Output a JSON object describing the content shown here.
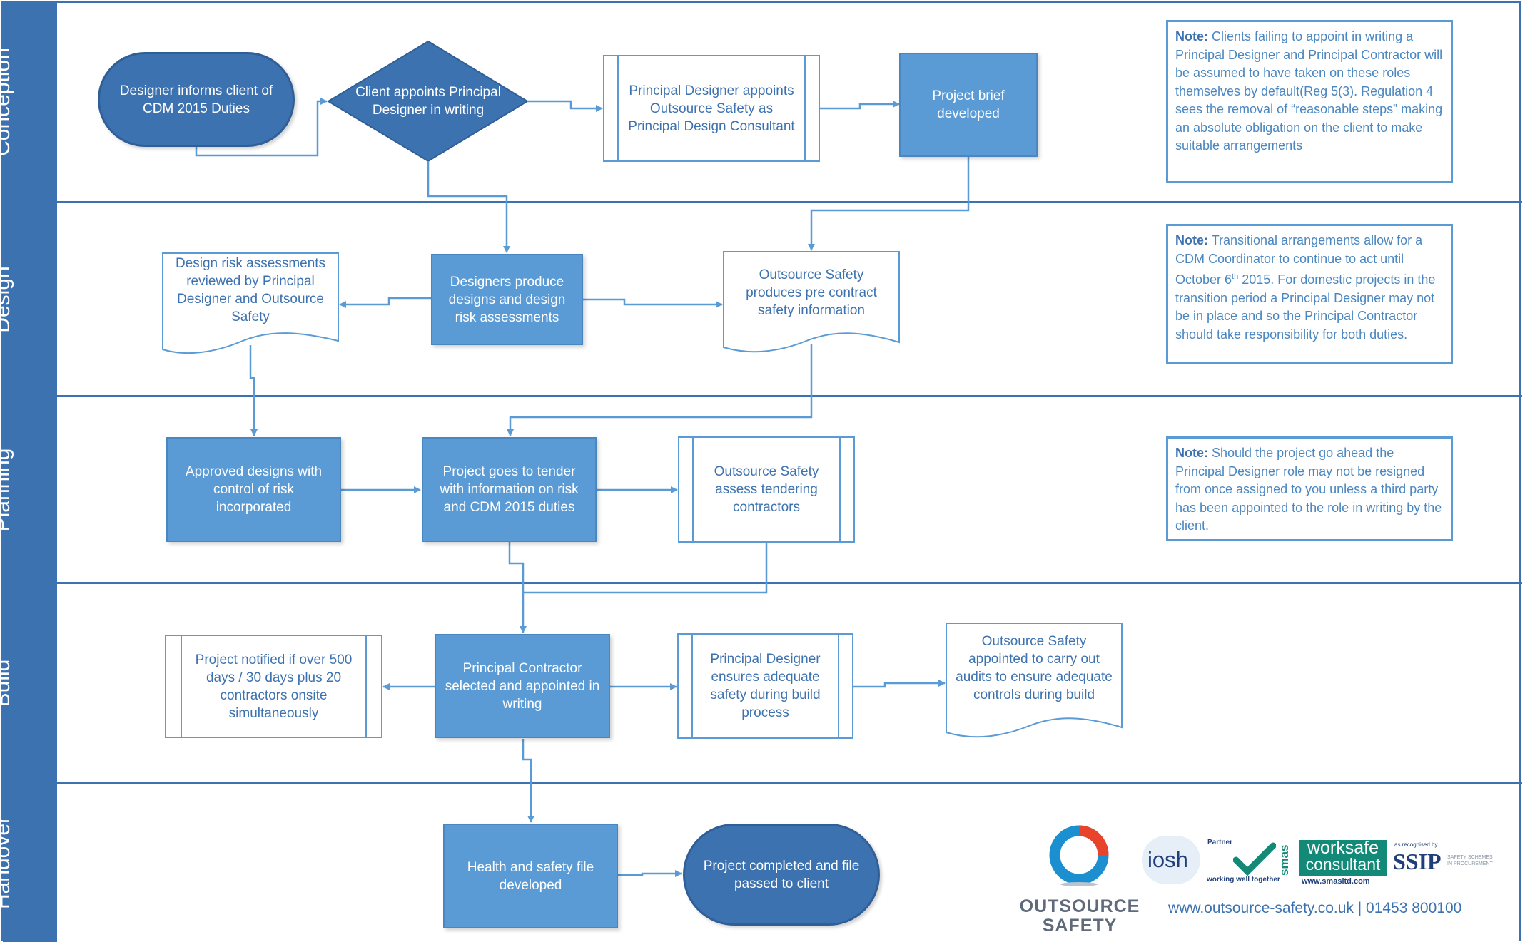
{
  "lanes": {
    "conception": "Conception",
    "design": "Design",
    "planning": "Planning",
    "build": "Build",
    "handover": "Handover"
  },
  "conception": {
    "designer_informs": "Designer informs client of CDM 2015 Duties",
    "client_appoints": "Client appoints Principal Designer in writing",
    "pd_appoints": "Principal Designer appoints Outsource Safety as Principal Design Consultant",
    "brief": "Project brief developed",
    "note_label": "Note:",
    "note_text": "Clients failing to appoint in writing a Principal Designer and Principal Contractor will be assumed to have taken on these roles themselves by default(Reg 5(3). Regulation 4 sees the removal of “reasonable steps” making an absolute obligation on the client to make suitable arrangements"
  },
  "design": {
    "risk_reviewed": "Design risk assessments reviewed by Principal Designer and Outsource Safety",
    "designers_produce": "Designers produce designs and design risk assessments",
    "precontract": "Outsource Safety produces pre contract safety information",
    "note_label": "Note:",
    "note_text_before": "Transitional arrangements allow for a CDM Coordinator to continue to act until October 6",
    "note_sup": "th",
    "note_text_after": " 2015. For domestic projects in the transition period a Principal Designer may not be in place and so the Principal Contractor should take responsibility for both duties."
  },
  "planning": {
    "approved": "Approved designs with control of risk incorporated",
    "tender": "Project goes to tender with information on risk and CDM 2015 duties",
    "assess": "Outsource Safety assess tendering contractors",
    "note_label": "Note:",
    "note_text": "Should the project go ahead the Principal Designer role may not be resigned from once assigned to you unless a third party has been appointed to the role in writing by the client."
  },
  "build": {
    "notified": "Project notified if over 500 days / 30 days plus 20 contractors onsite simultaneously",
    "pc_selected": "Principal Contractor selected and appointed in writing",
    "pd_ensures": "Principal Designer ensures adequate safety during build process",
    "audits": "Outsource Safety appointed to carry out audits to ensure adequate controls during build"
  },
  "handover": {
    "hs_file": "Health and safety file developed",
    "completed": "Project completed and file passed to client"
  },
  "footer": {
    "logo_line1": "OUTSOURCE",
    "logo_line2": "SAFETY",
    "iosh": "iosh",
    "partner": "Partner",
    "working_well": "working well together",
    "smas": "smas",
    "worksafe1": "worksafe",
    "worksafe2": "consultant",
    "smas_url": "www.smasltd.com",
    "recognised": "as recognised by",
    "ssip": "SSIP",
    "ssip_sub": "SAFETY SCHEMES IN PROCUREMENT",
    "url": "www.outsource-safety.co.uk | 01453 800100"
  },
  "colors": {
    "lane_header": "#3d72b0",
    "process_fill": "#5b9bd5",
    "terminator_fill": "#3d72b0",
    "connector": "#5b9bd5",
    "text_dark_blue": "#3d72b0"
  }
}
